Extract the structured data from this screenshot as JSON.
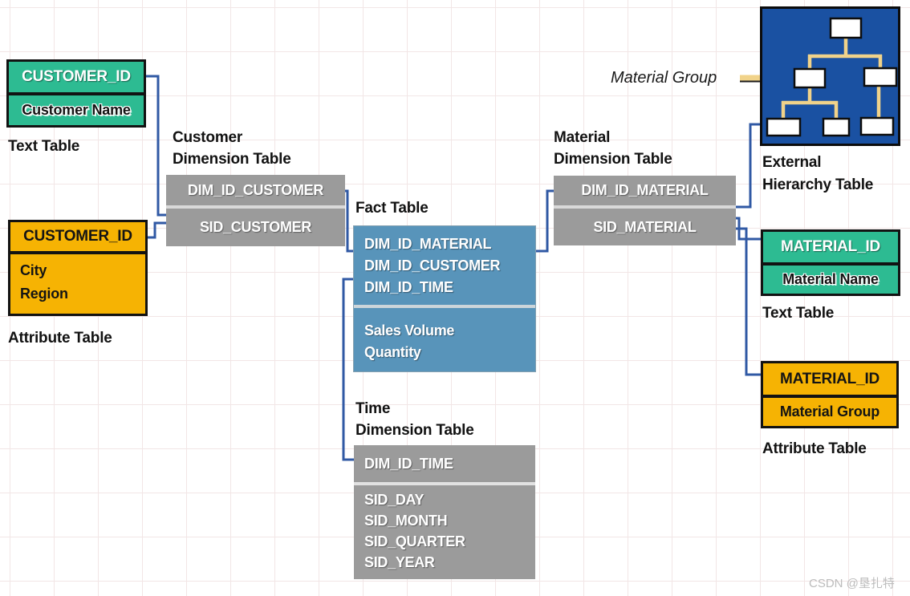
{
  "colors": {
    "text_table_green": "#2dbb92",
    "attribute_table_orange": "#f6b303",
    "dimension_gray": "#9b9b9b",
    "fact_blue": "#5894ba",
    "hierarchy_blue": "#1a51a2",
    "connector_blue": "#3059a4",
    "tree_line_tan": "#f1d38a"
  },
  "customer_text_table": {
    "header": "CUSTOMER_ID",
    "row": "Customer Name",
    "label": "Text Table"
  },
  "customer_attr_table": {
    "header": "CUSTOMER_ID",
    "rows": [
      "City",
      "Region"
    ],
    "label": "Attribute Table"
  },
  "customer_dim_table": {
    "label": [
      "Customer",
      "Dimension Table"
    ],
    "header": "DIM_ID_CUSTOMER",
    "row": "SID_CUSTOMER"
  },
  "fact_table": {
    "label": "Fact Table",
    "dimension_keys": [
      "DIM_ID_MATERIAL",
      "DIM_ID_CUSTOMER",
      "DIM_ID_TIME"
    ],
    "measures": [
      "Sales Volume",
      "Quantity"
    ]
  },
  "material_dim_table": {
    "label": [
      "Material",
      "Dimension Table"
    ],
    "header": "DIM_ID_MATERIAL",
    "row": "SID_MATERIAL"
  },
  "time_dim_table": {
    "label": [
      "Time",
      "Dimension Table"
    ],
    "header": "DIM_ID_TIME",
    "rows": [
      "SID_DAY",
      "SID_MONTH",
      "SID_QUARTER",
      "SID_YEAR"
    ]
  },
  "external_hierarchy": {
    "annotation": "Material Group",
    "label": [
      "External",
      "Hierarchy Table"
    ]
  },
  "material_text_table": {
    "header": "MATERIAL_ID",
    "row": "Material Name",
    "label": "Text Table"
  },
  "material_attr_table": {
    "header": "MATERIAL_ID",
    "row": "Material Group",
    "label": "Attribute Table"
  },
  "watermark": "CSDN @垦扎特"
}
